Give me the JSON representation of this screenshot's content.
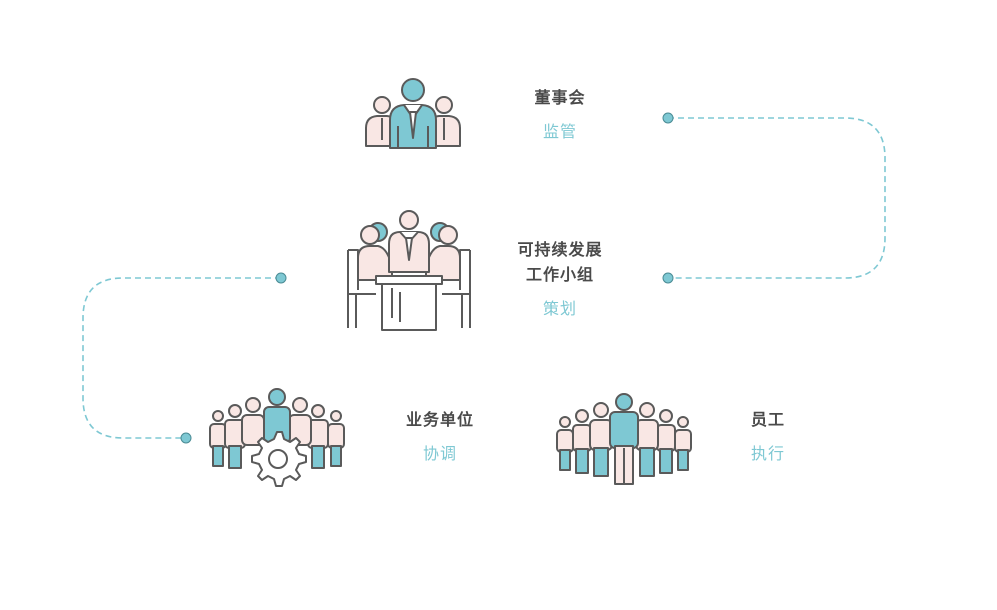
{
  "nodes": {
    "board": {
      "role": "董事会",
      "action": "监管",
      "icon": "board-of-directors-icon"
    },
    "working_group": {
      "role_line1": "可持续发展",
      "role_line2": "工作小组",
      "action": "策划",
      "icon": "meeting-table-icon"
    },
    "business_units": {
      "role": "业务单位",
      "action": "协调",
      "icon": "team-gear-icon"
    },
    "employees": {
      "role": "员工",
      "action": "执行",
      "icon": "crowd-icon"
    }
  },
  "colors": {
    "accent": "#7ec8d3",
    "fill_pink": "#f9e7e4",
    "outline": "#5a5a5a",
    "text": "#4a4a4a"
  }
}
